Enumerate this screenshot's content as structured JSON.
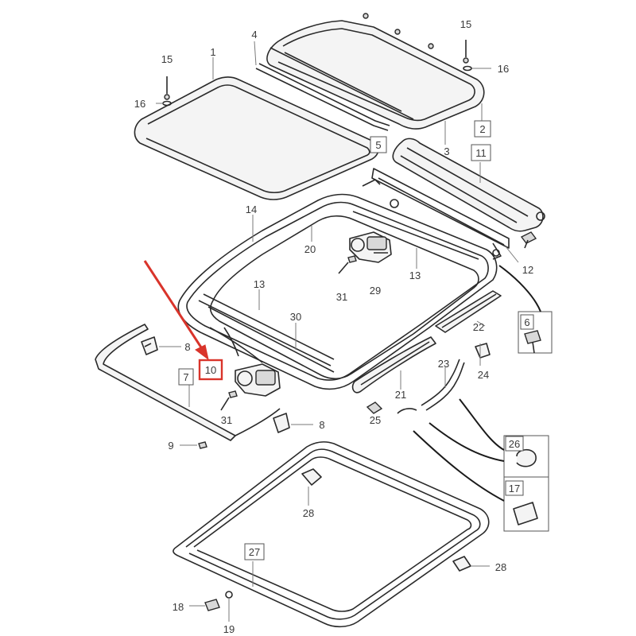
{
  "diagram": {
    "highlight_color": "#d9342b",
    "callouts": [
      {
        "id": "c15a",
        "text": "15",
        "boxed": false,
        "highlight": false
      },
      {
        "id": "c1",
        "text": "1",
        "boxed": false,
        "highlight": false
      },
      {
        "id": "c16a",
        "text": "16",
        "boxed": false,
        "highlight": false
      },
      {
        "id": "c4",
        "text": "4",
        "boxed": false,
        "highlight": false
      },
      {
        "id": "c15b",
        "text": "15",
        "boxed": false,
        "highlight": false
      },
      {
        "id": "c16b",
        "text": "16",
        "boxed": false,
        "highlight": false
      },
      {
        "id": "c2",
        "text": "2",
        "boxed": true,
        "highlight": false
      },
      {
        "id": "c3",
        "text": "3",
        "boxed": false,
        "highlight": false
      },
      {
        "id": "c5",
        "text": "5",
        "boxed": true,
        "highlight": false
      },
      {
        "id": "c11",
        "text": "11",
        "boxed": true,
        "highlight": false
      },
      {
        "id": "c14",
        "text": "14",
        "boxed": false,
        "highlight": false
      },
      {
        "id": "c20",
        "text": "20",
        "boxed": false,
        "highlight": false
      },
      {
        "id": "c29",
        "text": "29",
        "boxed": false,
        "highlight": false
      },
      {
        "id": "c12",
        "text": "12",
        "boxed": false,
        "highlight": false
      },
      {
        "id": "c13a",
        "text": "13",
        "boxed": false,
        "highlight": false
      },
      {
        "id": "c13b",
        "text": "13",
        "boxed": false,
        "highlight": false
      },
      {
        "id": "c31a",
        "text": "31",
        "boxed": false,
        "highlight": false
      },
      {
        "id": "c6",
        "text": "6",
        "boxed": true,
        "highlight": false
      },
      {
        "id": "c30",
        "text": "30",
        "boxed": false,
        "highlight": false
      },
      {
        "id": "c22",
        "text": "22",
        "boxed": false,
        "highlight": false
      },
      {
        "id": "c8a",
        "text": "8",
        "boxed": false,
        "highlight": false
      },
      {
        "id": "c10",
        "text": "10",
        "boxed": true,
        "highlight": true
      },
      {
        "id": "c23",
        "text": "23",
        "boxed": false,
        "highlight": false
      },
      {
        "id": "c24",
        "text": "24",
        "boxed": false,
        "highlight": false
      },
      {
        "id": "c7",
        "text": "7",
        "boxed": true,
        "highlight": false
      },
      {
        "id": "c21",
        "text": "21",
        "boxed": false,
        "highlight": false
      },
      {
        "id": "c31b",
        "text": "31",
        "boxed": false,
        "highlight": false
      },
      {
        "id": "c25",
        "text": "25",
        "boxed": false,
        "highlight": false
      },
      {
        "id": "c8b",
        "text": "8",
        "boxed": false,
        "highlight": false
      },
      {
        "id": "c9",
        "text": "9",
        "boxed": false,
        "highlight": false
      },
      {
        "id": "c26",
        "text": "26",
        "boxed": true,
        "highlight": false
      },
      {
        "id": "c17",
        "text": "17",
        "boxed": true,
        "highlight": false
      },
      {
        "id": "c28a",
        "text": "28",
        "boxed": false,
        "highlight": false
      },
      {
        "id": "c27",
        "text": "27",
        "boxed": true,
        "highlight": false
      },
      {
        "id": "c28b",
        "text": "28",
        "boxed": false,
        "highlight": false
      },
      {
        "id": "c18",
        "text": "18",
        "boxed": false,
        "highlight": false
      },
      {
        "id": "c19",
        "text": "19",
        "boxed": false,
        "highlight": false
      }
    ]
  }
}
